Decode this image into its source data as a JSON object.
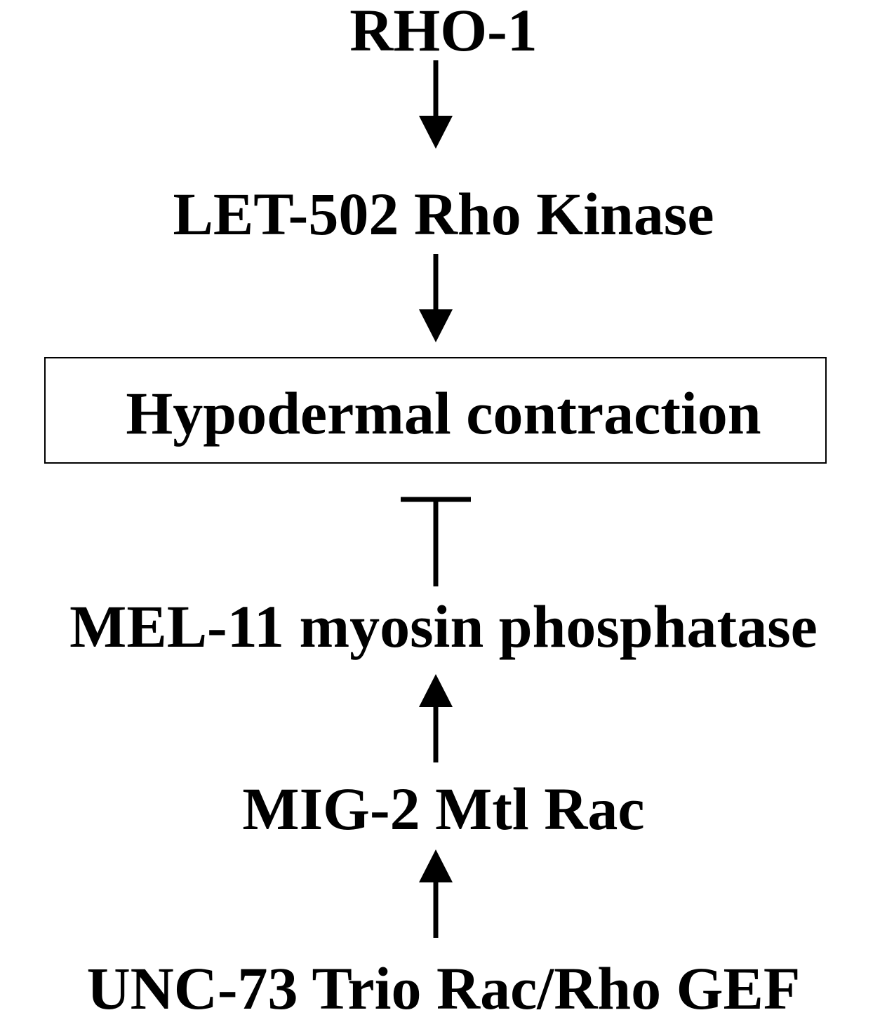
{
  "diagram": {
    "nodes": {
      "rho1": "RHO-1",
      "let502": "LET-502 Rho Kinase",
      "hypodermal": "Hypodermal contraction",
      "mel11": "MEL-11 myosin phosphatase",
      "mig2": "MIG-2 Mtl Rac",
      "unc73": "UNC-73 Trio Rac/Rho GEF"
    },
    "edges": [
      {
        "from": "RHO-1",
        "to": "LET-502 Rho Kinase",
        "type": "activation"
      },
      {
        "from": "LET-502 Rho Kinase",
        "to": "Hypodermal contraction",
        "type": "activation"
      },
      {
        "from": "MEL-11 myosin phosphatase",
        "to": "Hypodermal contraction",
        "type": "inhibition"
      },
      {
        "from": "MIG-2 Mtl Rac",
        "to": "MEL-11 myosin phosphatase",
        "type": "activation"
      },
      {
        "from": "UNC-73 Trio Rac/Rho GEF",
        "to": "MIG-2 Mtl Rac",
        "type": "activation"
      }
    ]
  }
}
